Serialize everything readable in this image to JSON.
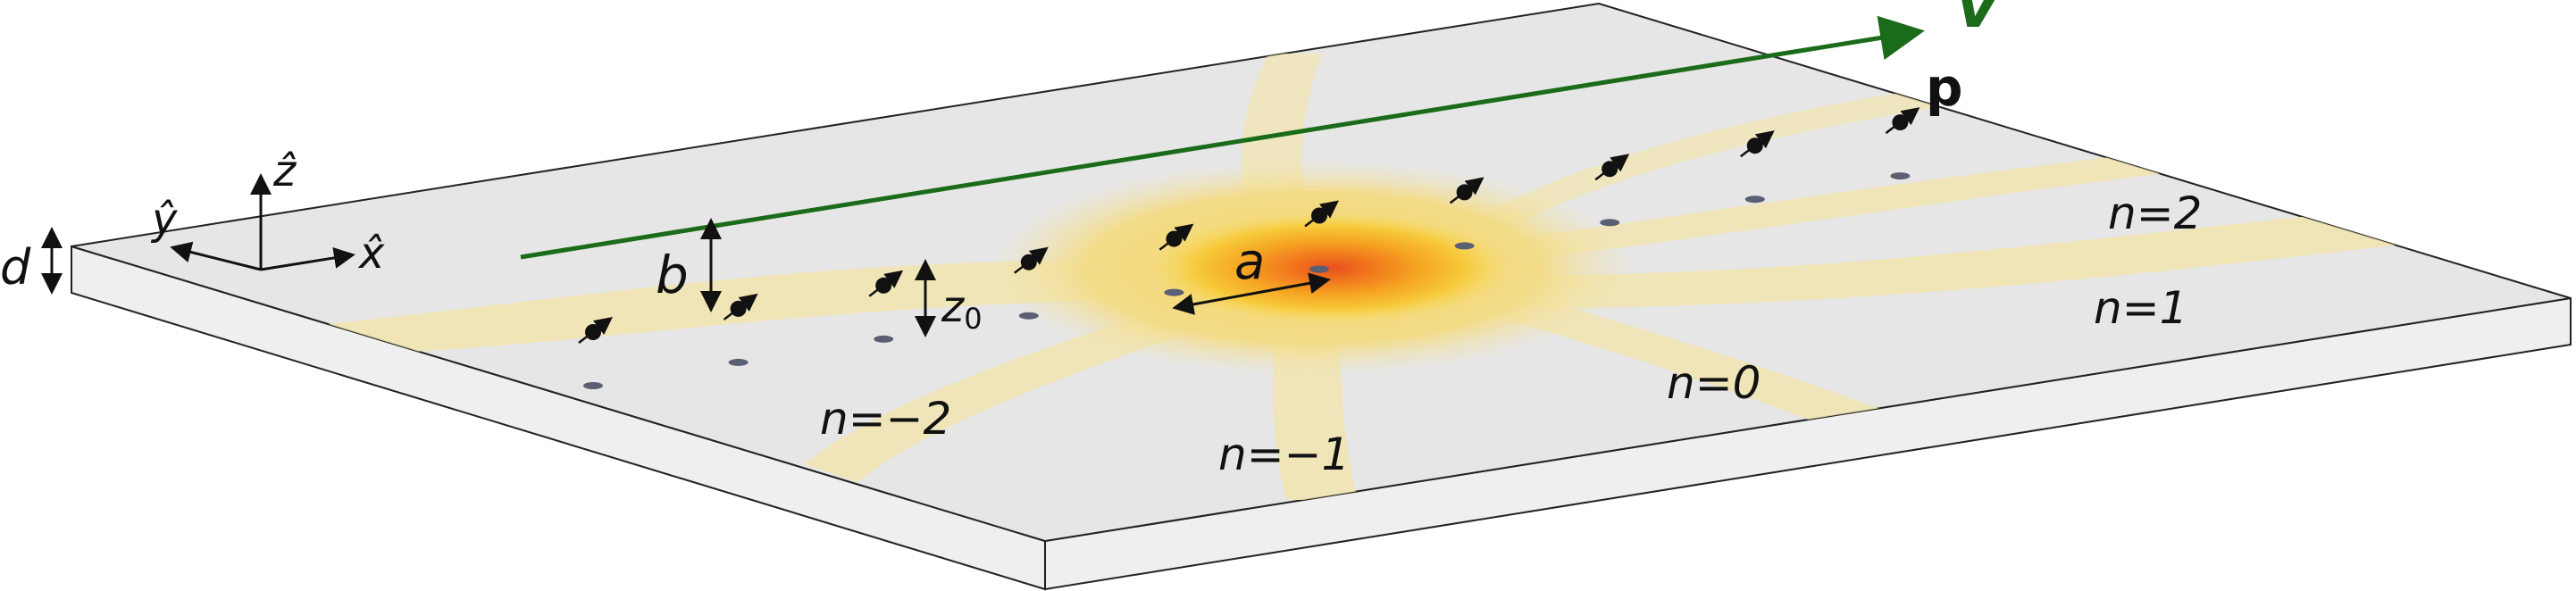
{
  "labels": {
    "velocity": "v",
    "dipole": "p",
    "thickness": "d",
    "impact": "b",
    "height": "z",
    "height_sub": "0",
    "spacing": "a"
  },
  "axes": {
    "x": "x̂",
    "y": "ŷ",
    "z": "ẑ"
  },
  "orders": [
    {
      "n": "n=2"
    },
    {
      "n": "n=1"
    },
    {
      "n": "n=0"
    },
    {
      "n": "n=−1"
    },
    {
      "n": "n=−2"
    }
  ],
  "colors": {
    "slab_top": "#e6e6e6",
    "slab_side": "#efefef",
    "trajectory": "#1a6b1a",
    "field_weak": "#f1e4b0",
    "field_mid": "#f5d76a",
    "field_strong": "#f5a623",
    "field_core": "#e8501e",
    "dipole": "#111111",
    "image_dipole": "#5a5f73"
  },
  "dipole_count": 10
}
